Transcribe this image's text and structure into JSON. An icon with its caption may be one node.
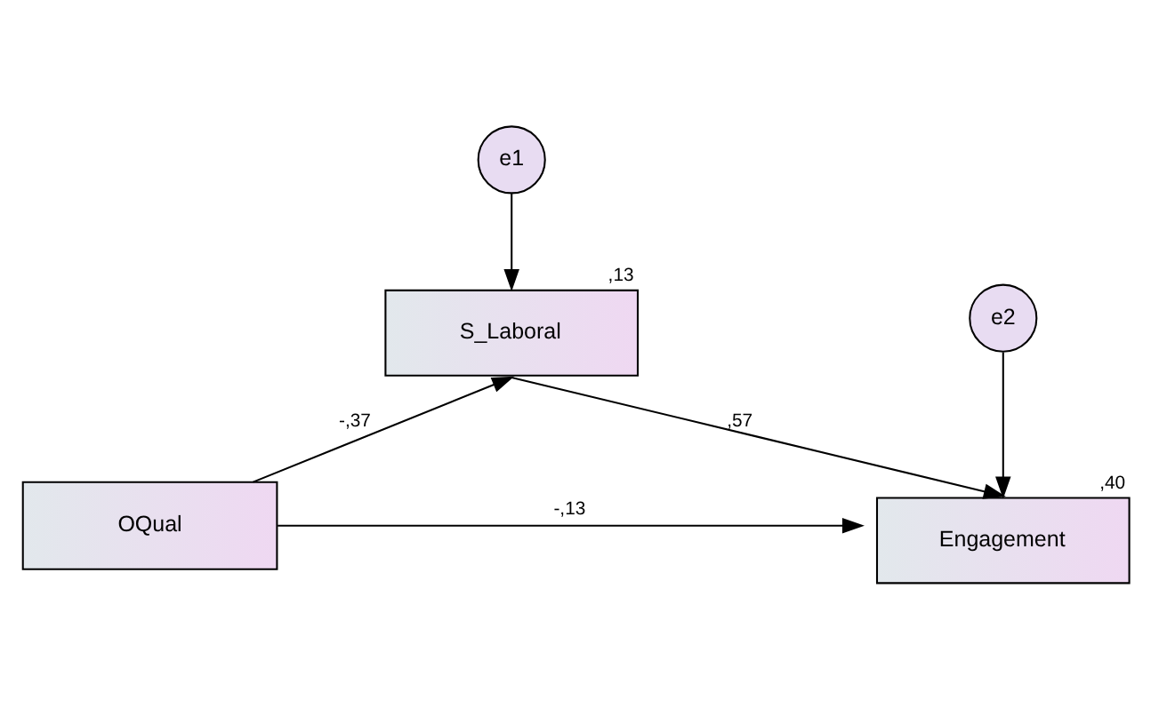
{
  "diagram": {
    "nodes": [
      {
        "text": [
          "e1"
        ]
      },
      {
        "text": [
          "S_Laboral"
        ],
        "beside": [
          ",13"
        ]
      },
      {
        "text": [
          "e2"
        ]
      },
      {
        "text": [
          "OQual"
        ]
      },
      {
        "text": [
          "Engagement"
        ],
        "beside": [
          ",40"
        ]
      }
    ],
    "edges": [
      {
        "from": 0,
        "to": 1,
        "arrow": "to"
      },
      {
        "from": 3,
        "to": 1,
        "arrow": "to",
        "label": "-,37"
      },
      {
        "from": 1,
        "to": 4,
        "arrow": "to",
        "label": ",57"
      },
      {
        "from": 2,
        "to": 4,
        "arrow": "to"
      },
      {
        "from": 3,
        "to": 4,
        "arrow": "to",
        "label": "-,13"
      }
    ]
  }
}
